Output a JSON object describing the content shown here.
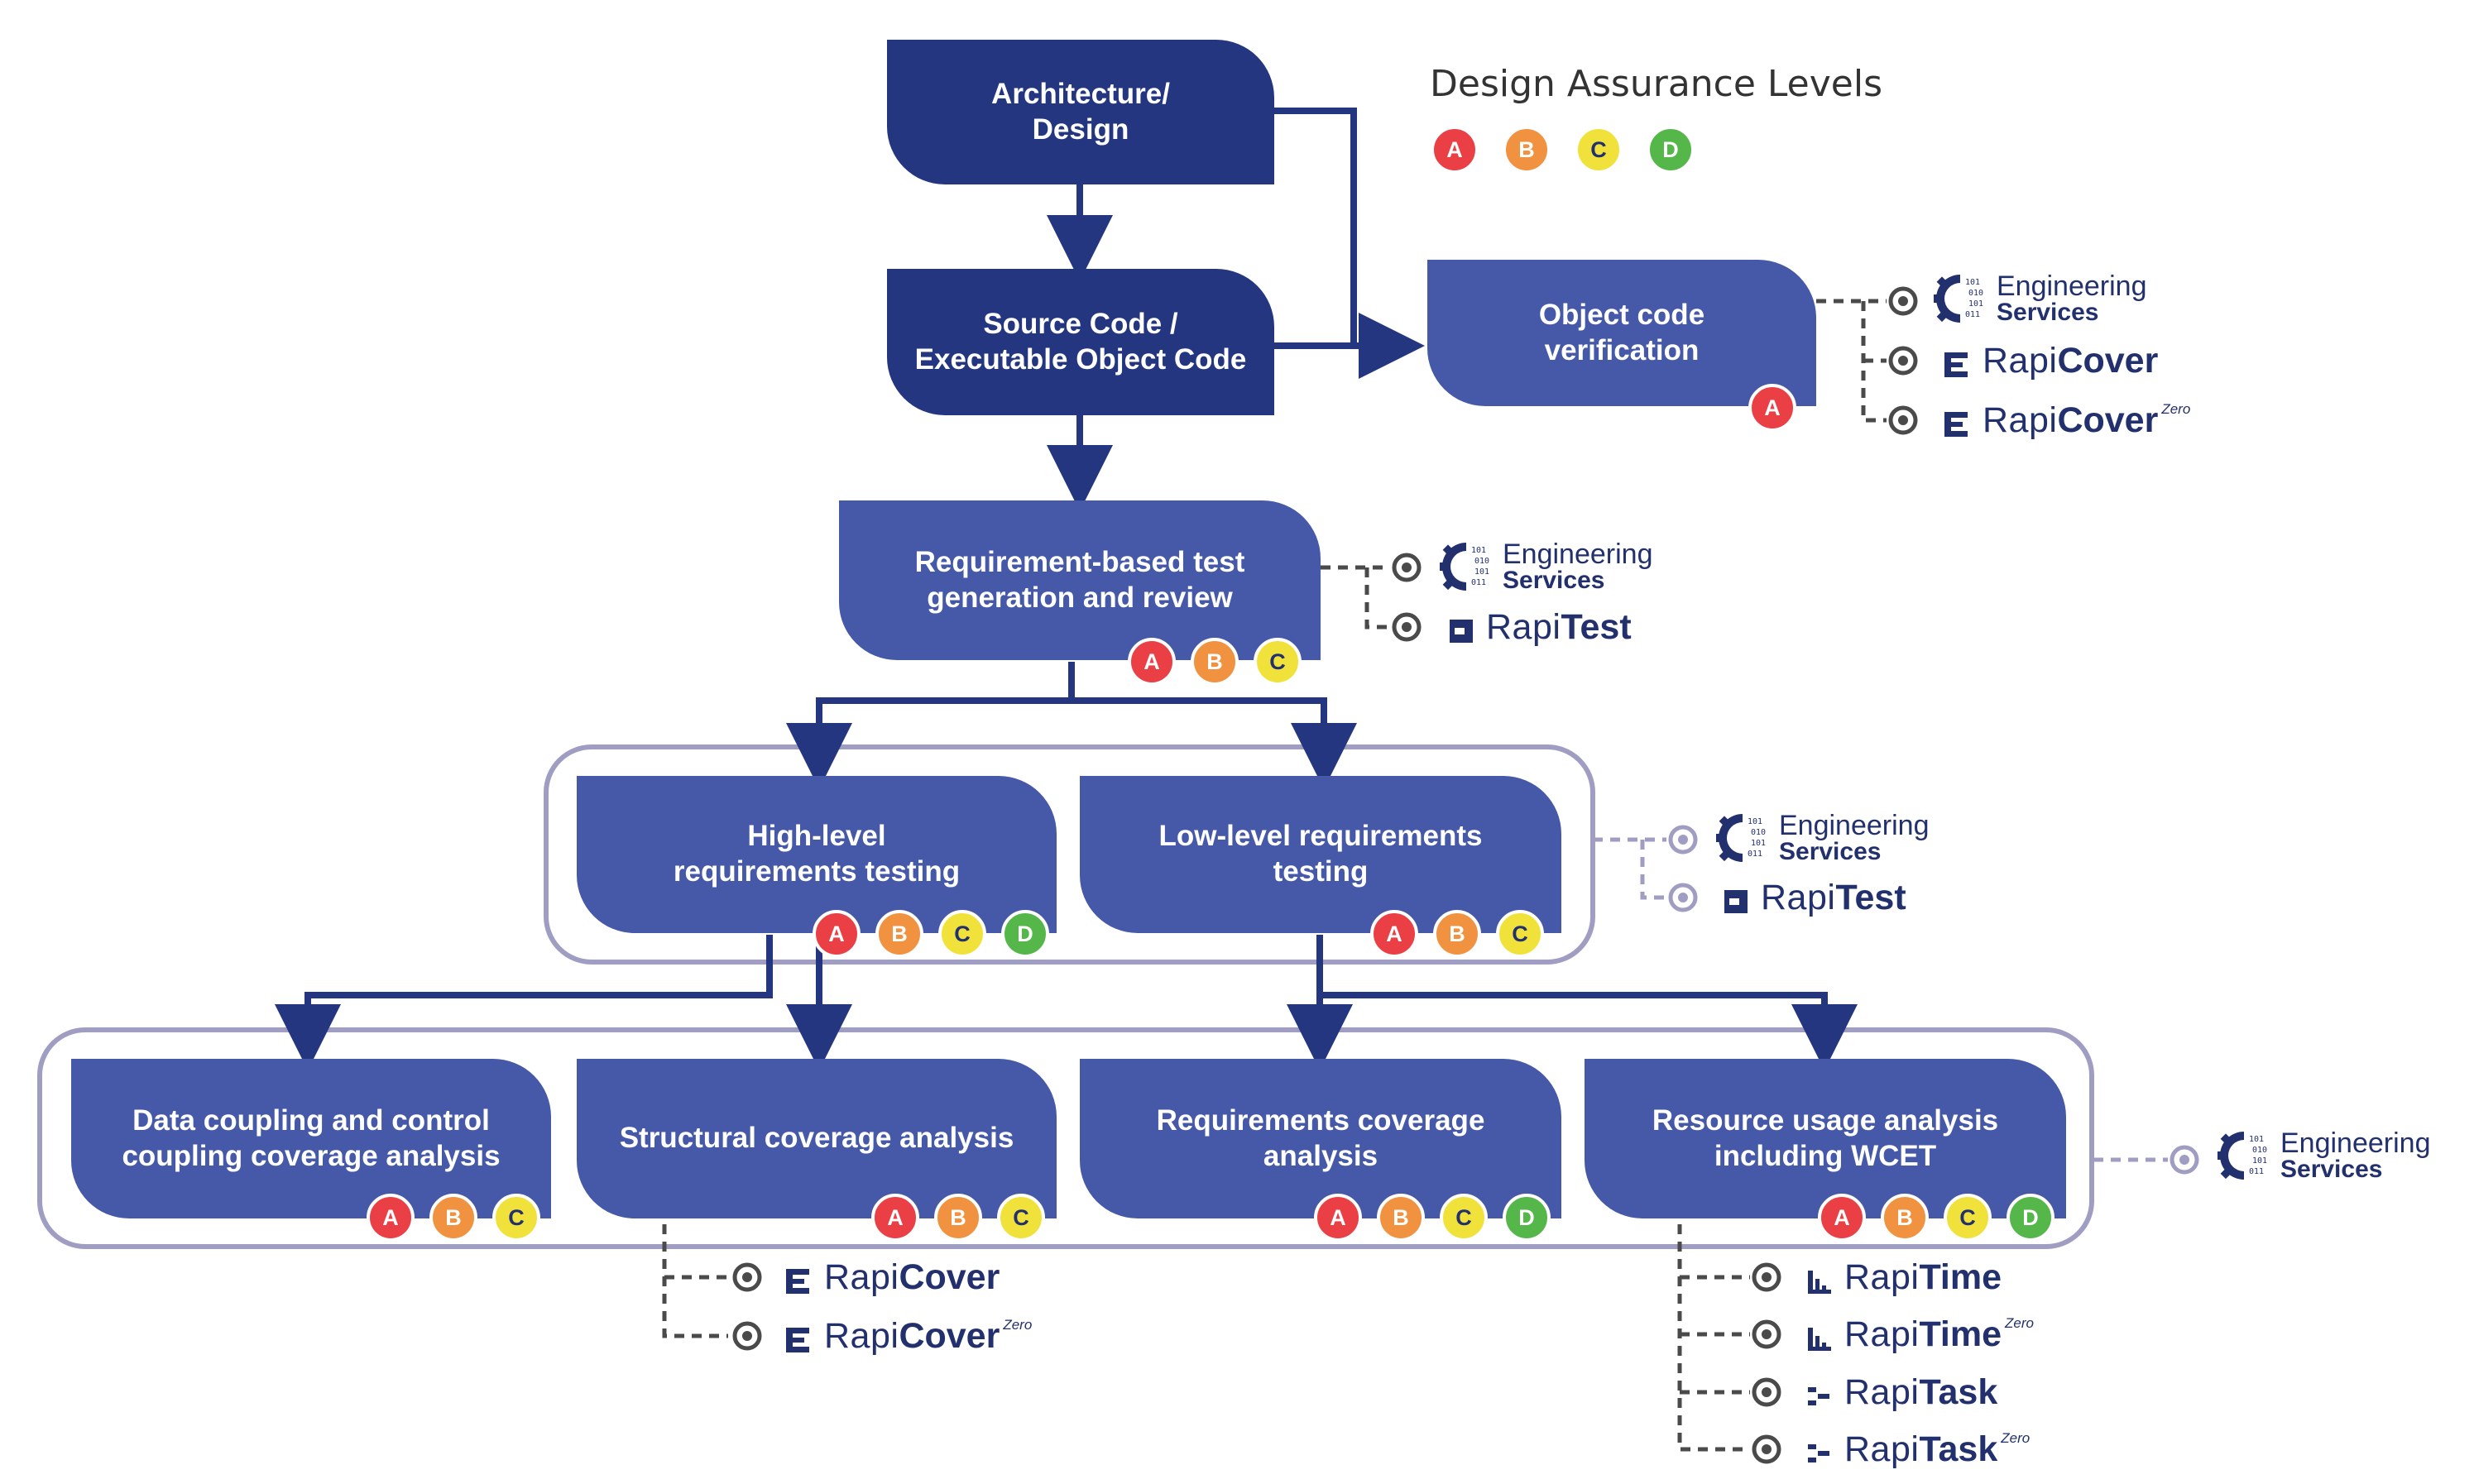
{
  "legend": {
    "title": "Design Assurance Levels",
    "levels": [
      "A",
      "B",
      "C",
      "D"
    ]
  },
  "boxes": {
    "architecture": "Architecture/\nDesign",
    "source_code": "Source Code /\nExecutable Object Code",
    "object_code": "Object code\nverification",
    "req_based": "Requirement-based test\ngeneration and review",
    "high_level": "High-level\nrequirements testing",
    "low_level": "Low-level requirements\ntesting",
    "data_coupling": "Data coupling and control\ncoupling coverage analysis",
    "structural": "Structural coverage analysis",
    "req_coverage": "Requirements coverage\nanalysis",
    "resource": "Resource usage analysis\nincluding WCET"
  },
  "tools": {
    "eng_line1": "Engineering",
    "eng_line2": "Services",
    "rapi": "Rapi",
    "cover": "Cover",
    "test": "Test",
    "time": "Time",
    "task": "Task",
    "zero": "Zero",
    "binary_icon": [
      "101",
      "010",
      "101",
      "011"
    ]
  },
  "colors": {
    "dark_box": "#243680",
    "mid_box": "#4659a8",
    "level_A": "#ea3f45",
    "level_B": "#f0923f",
    "level_C": "#f0e23a",
    "level_D": "#55b64a",
    "group_outline": "#a09dc3"
  },
  "icons": [
    "gear-binary-icon",
    "rapicover-icon",
    "rapitest-icon",
    "rapitime-icon",
    "rapitask-icon",
    "target-connector-icon"
  ]
}
